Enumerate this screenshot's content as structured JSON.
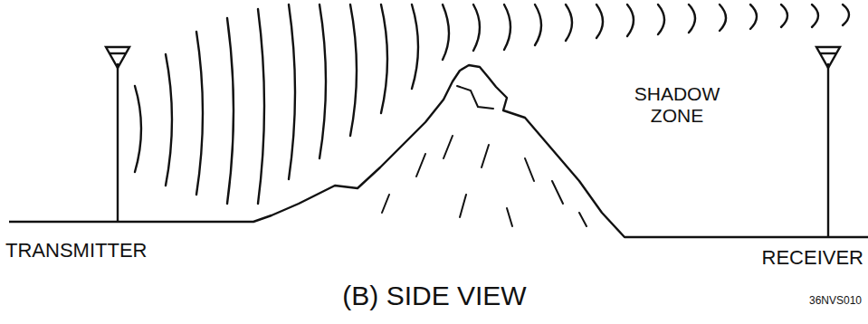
{
  "diagram": {
    "caption": "(B) SIDE VIEW",
    "labels": [
      "TRANSMITTER",
      "SHADOW ZONE",
      "RECEIVER",
      "36NVS010"
    ]
  }
}
